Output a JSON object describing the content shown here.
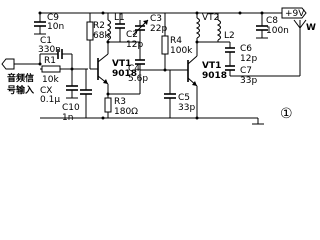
{
  "supply": {
    "label": "+9V"
  },
  "antenna": {
    "label": "W"
  },
  "input": {
    "label_line1": "音频信",
    "label_line2": "号输入"
  },
  "figure": {
    "number": "①"
  },
  "components": {
    "C9": {
      "ref": "C9",
      "value": "10n"
    },
    "C1": {
      "ref": "C1",
      "value": "330n"
    },
    "R1": {
      "ref": "R1",
      "value": "10k"
    },
    "CX": {
      "ref": "CX",
      "value": "0.1μ"
    },
    "C10": {
      "ref": "C10",
      "value": "1n"
    },
    "R2": {
      "ref": "R2",
      "value": "68k"
    },
    "L1": {
      "ref": "L1"
    },
    "C2": {
      "ref": "C2",
      "value": "12p"
    },
    "C3": {
      "ref": "C3",
      "value": "22p"
    },
    "R4": {
      "ref": "R4",
      "value": "100k"
    },
    "C4": {
      "ref": "C4",
      "value": "5.6p"
    },
    "VT1a": {
      "ref": "VT1",
      "value": "9018"
    },
    "R3": {
      "ref": "R3",
      "value": "180Ω"
    },
    "VT1b": {
      "ref": "VT1",
      "value": "9018"
    },
    "C5": {
      "ref": "C5",
      "value": "33p"
    },
    "L2": {
      "ref": "L2"
    },
    "C6": {
      "ref": "C6",
      "value": "12p"
    },
    "C7": {
      "ref": "C7",
      "value": "33p"
    },
    "C8": {
      "ref": "C8",
      "value": "100n"
    }
  }
}
